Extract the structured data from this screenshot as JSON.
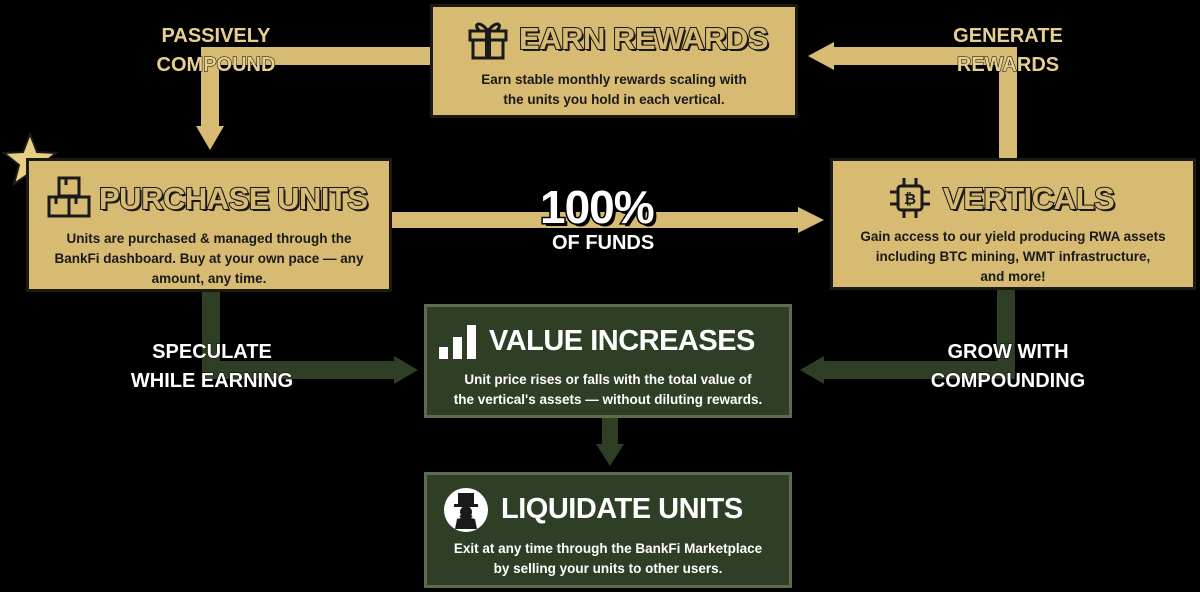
{
  "nodes": {
    "earn_rewards": {
      "title": "EARN REWARDS",
      "desc_line1": "Earn stable monthly rewards scaling with",
      "desc_line2": "the units you hold in each vertical."
    },
    "purchase_units": {
      "title": "PURCHASE UNITS",
      "desc_line1": "Units are purchased & managed through the",
      "desc_line2": "BankFi dashboard.  Buy at your own pace — any",
      "desc_line3": "amount, any time."
    },
    "verticals": {
      "title": "VERTICALS",
      "desc_line1": "Gain access to our yield producing RWA assets",
      "desc_line2": "including BTC mining, WMT infrastructure,",
      "desc_line3": "and more!"
    },
    "value_increases": {
      "title": "VALUE INCREASES",
      "desc_line1": "Unit price rises or falls  with the total value of",
      "desc_line2": "the vertical's assets — without diluting rewards."
    },
    "liquidate_units": {
      "title": "LIQUIDATE UNITS",
      "desc_line1": "Exit at any time through the BankFi Marketplace",
      "desc_line2": "by selling your units to other users."
    }
  },
  "edges": {
    "passively_compound": {
      "line1": "PASSIVELY",
      "line2": "COMPOUND"
    },
    "generate_rewards": {
      "line1": "GENERATE",
      "line2": "REWARDS"
    },
    "funds": {
      "value": "100%",
      "label": "OF FUNDS"
    },
    "speculate": {
      "line1": "SPECULATE",
      "line2": "WHILE EARNING"
    },
    "grow": {
      "line1": "GROW WITH",
      "line2": "COMPOUNDING"
    }
  },
  "colors": {
    "tan": "#d8bb73",
    "green": "#2e3f25",
    "background": "#000000",
    "star": "#e8cf86"
  },
  "icons": [
    "gift-icon",
    "boxes-icon",
    "bitcoin-chip-icon",
    "bar-chart-icon",
    "monopoly-man-icon",
    "star-icon"
  ]
}
